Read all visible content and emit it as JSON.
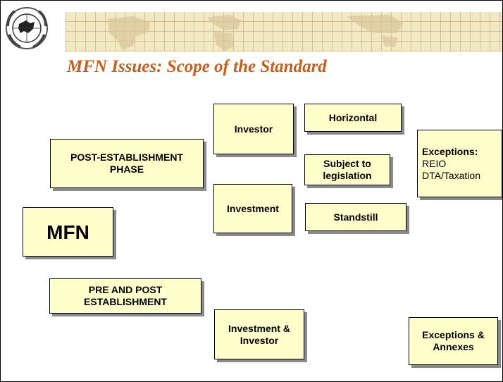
{
  "slide": {
    "title": "MFN Issues: Scope of the Standard"
  },
  "boxes": {
    "mfn": "MFN",
    "post_establishment": [
      "POST-ESTABLISHMENT",
      "PHASE"
    ],
    "pre_and_post": [
      "PRE AND POST",
      "ESTABLISHMENT"
    ],
    "investor": "Investor",
    "investment": "Investment",
    "investment_investor": [
      "Investment &",
      "Investor"
    ],
    "horizontal": "Horizontal",
    "subject_to_legislation": [
      "Subject to",
      "legislation"
    ],
    "standstill": "Standstill",
    "exceptions": {
      "heading": "Exceptions:",
      "items": [
        "REIO",
        "DTA/Taxation"
      ]
    },
    "exceptions_annexes": [
      "Exceptions &",
      "Annexes"
    ]
  },
  "colors": {
    "box_fill": "#ffffcc",
    "title": "#c4601d",
    "banner": "#f3e8c4"
  },
  "icons": {
    "logo": "un-emblem-icon",
    "banner": "world-map-banner"
  }
}
